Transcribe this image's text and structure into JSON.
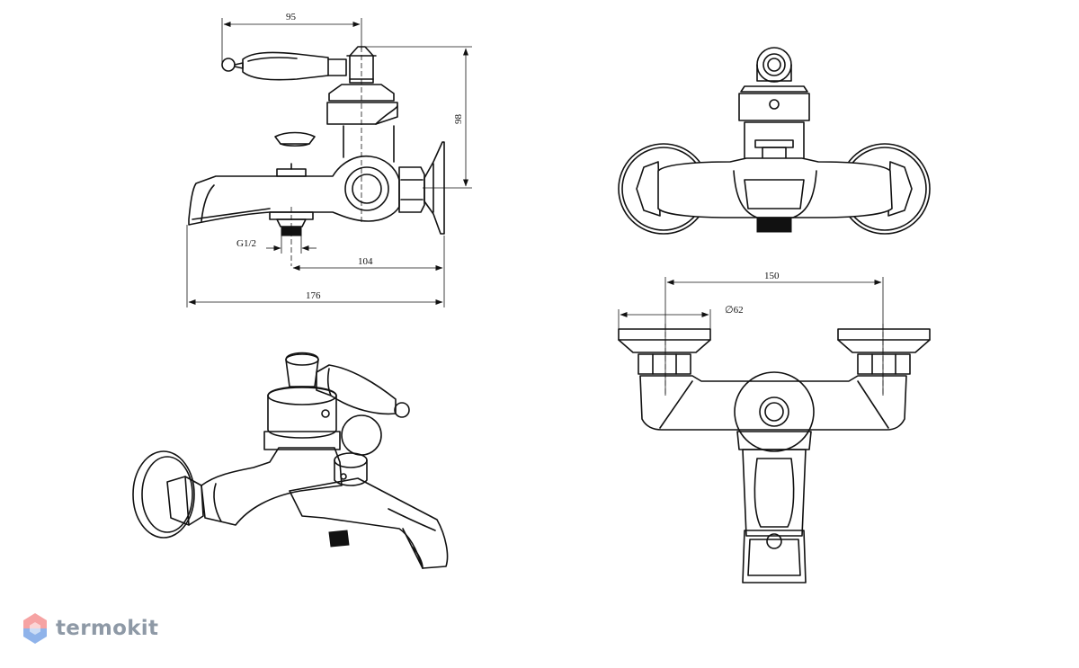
{
  "dimensions": {
    "side_handle_offset": "95",
    "side_height": "98",
    "side_thread": "G1/2",
    "side_spout_to_wall": "104",
    "side_total_length": "176",
    "bottom_center_distance": "150",
    "bottom_diameter": "∅62"
  },
  "logo": {
    "text": "termokit",
    "icon": "hexagon-logo-icon",
    "colors": {
      "top": "#f6a3a3",
      "bottom": "#8fb3ea",
      "text": "#8e99a6"
    }
  }
}
